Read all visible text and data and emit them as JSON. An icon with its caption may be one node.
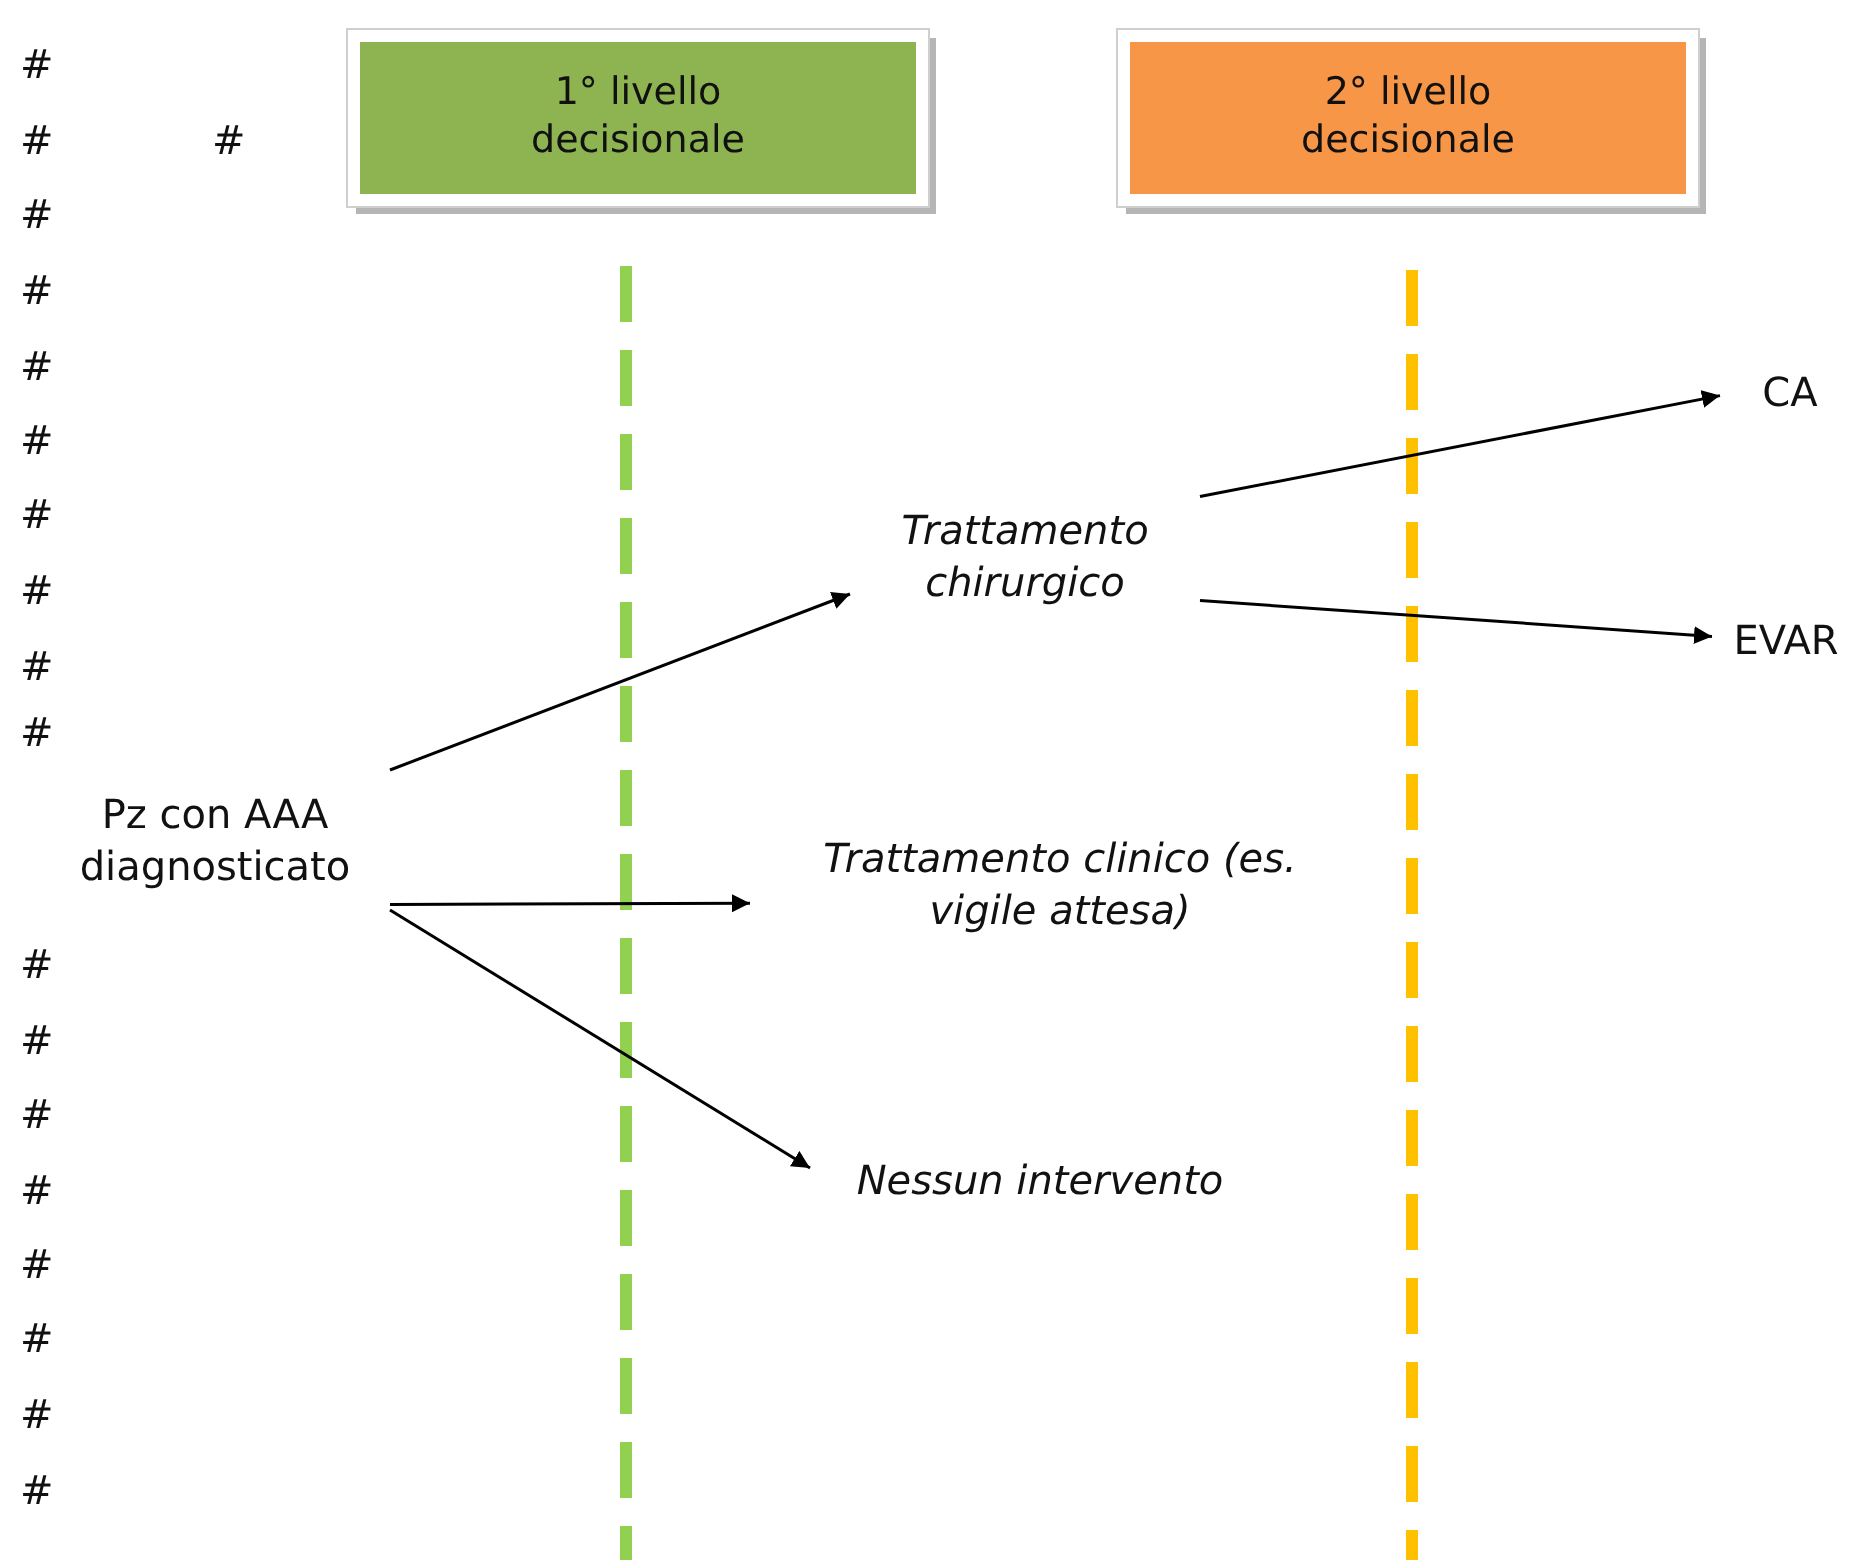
{
  "diagram": {
    "nodes": [
      {
        "text": [
          "1° livello decisionale"
        ]
      },
      {
        "text": [
          "2° livello decisionale"
        ]
      },
      {
        "text": [
          "Pz con AAA diagnosticato"
        ]
      },
      {
        "text": [
          "Trattamento chirurgico"
        ]
      },
      {
        "text": [
          "Trattamento clinico (es. vigile attesa)"
        ]
      },
      {
        "text": [
          "Nessun intervento"
        ]
      },
      {
        "text": [
          "CA"
        ]
      },
      {
        "text": [
          "EVAR"
        ]
      }
    ],
    "edges": [
      {
        "from": 2,
        "to": 3,
        "arrow": "to"
      },
      {
        "from": 2,
        "to": 4,
        "arrow": "to"
      },
      {
        "from": 2,
        "to": 5,
        "arrow": "to"
      },
      {
        "from": 3,
        "to": 6,
        "arrow": "to"
      },
      {
        "from": 3,
        "to": 7,
        "arrow": "to"
      }
    ],
    "labels": [
      "#",
      "#",
      "#",
      "#",
      "#",
      "#",
      "#",
      "#",
      "#",
      "#",
      "#",
      "#",
      "#",
      "#",
      "#",
      "#",
      "#",
      "#",
      "#"
    ]
  }
}
